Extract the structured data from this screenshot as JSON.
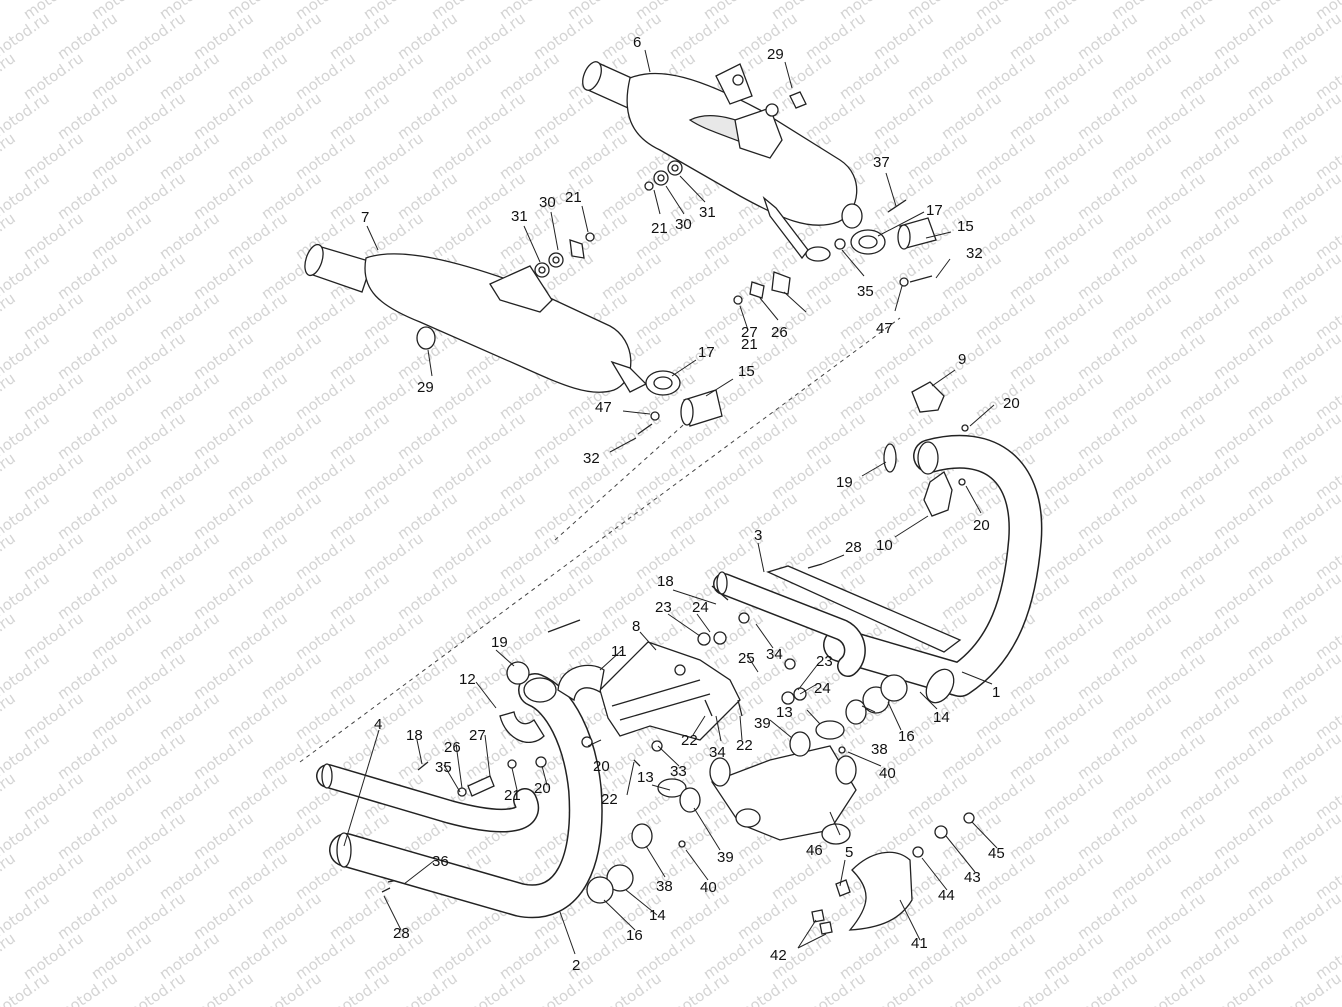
{
  "watermark": {
    "text": "motod.ru"
  },
  "callouts": [
    {
      "label": "1"
    },
    {
      "label": "2"
    },
    {
      "label": "3"
    },
    {
      "label": "4"
    },
    {
      "label": "5"
    },
    {
      "label": "6"
    },
    {
      "label": "7"
    },
    {
      "label": "8"
    },
    {
      "label": "9"
    },
    {
      "label": "10"
    },
    {
      "label": "11"
    },
    {
      "label": "12"
    },
    {
      "label": "13"
    },
    {
      "label": "13"
    },
    {
      "label": "14"
    },
    {
      "label": "14"
    },
    {
      "label": "15"
    },
    {
      "label": "15"
    },
    {
      "label": "16"
    },
    {
      "label": "16"
    },
    {
      "label": "17"
    },
    {
      "label": "17"
    },
    {
      "label": "18"
    },
    {
      "label": "18"
    },
    {
      "label": "19"
    },
    {
      "label": "19"
    },
    {
      "label": "20"
    },
    {
      "label": "20"
    },
    {
      "label": "20"
    },
    {
      "label": "20"
    },
    {
      "label": "21"
    },
    {
      "label": "21"
    },
    {
      "label": "21"
    },
    {
      "label": "21"
    },
    {
      "label": "22"
    },
    {
      "label": "22"
    },
    {
      "label": "22"
    },
    {
      "label": "23"
    },
    {
      "label": "23"
    },
    {
      "label": "24"
    },
    {
      "label": "24"
    },
    {
      "label": "25"
    },
    {
      "label": "26"
    },
    {
      "label": "26"
    },
    {
      "label": "27"
    },
    {
      "label": "27"
    },
    {
      "label": "28"
    },
    {
      "label": "28"
    },
    {
      "label": "29"
    },
    {
      "label": "29"
    },
    {
      "label": "30"
    },
    {
      "label": "30"
    },
    {
      "label": "31"
    },
    {
      "label": "31"
    },
    {
      "label": "32"
    },
    {
      "label": "32"
    },
    {
      "label": "33"
    },
    {
      "label": "34"
    },
    {
      "label": "34"
    },
    {
      "label": "35"
    },
    {
      "label": "35"
    },
    {
      "label": "36"
    },
    {
      "label": "37"
    },
    {
      "label": "38"
    },
    {
      "label": "38"
    },
    {
      "label": "39"
    },
    {
      "label": "39"
    },
    {
      "label": "40"
    },
    {
      "label": "40"
    },
    {
      "label": "41"
    },
    {
      "label": "42"
    },
    {
      "label": "43"
    },
    {
      "label": "44"
    },
    {
      "label": "45"
    },
    {
      "label": "46"
    },
    {
      "label": "47"
    },
    {
      "label": "47"
    }
  ]
}
